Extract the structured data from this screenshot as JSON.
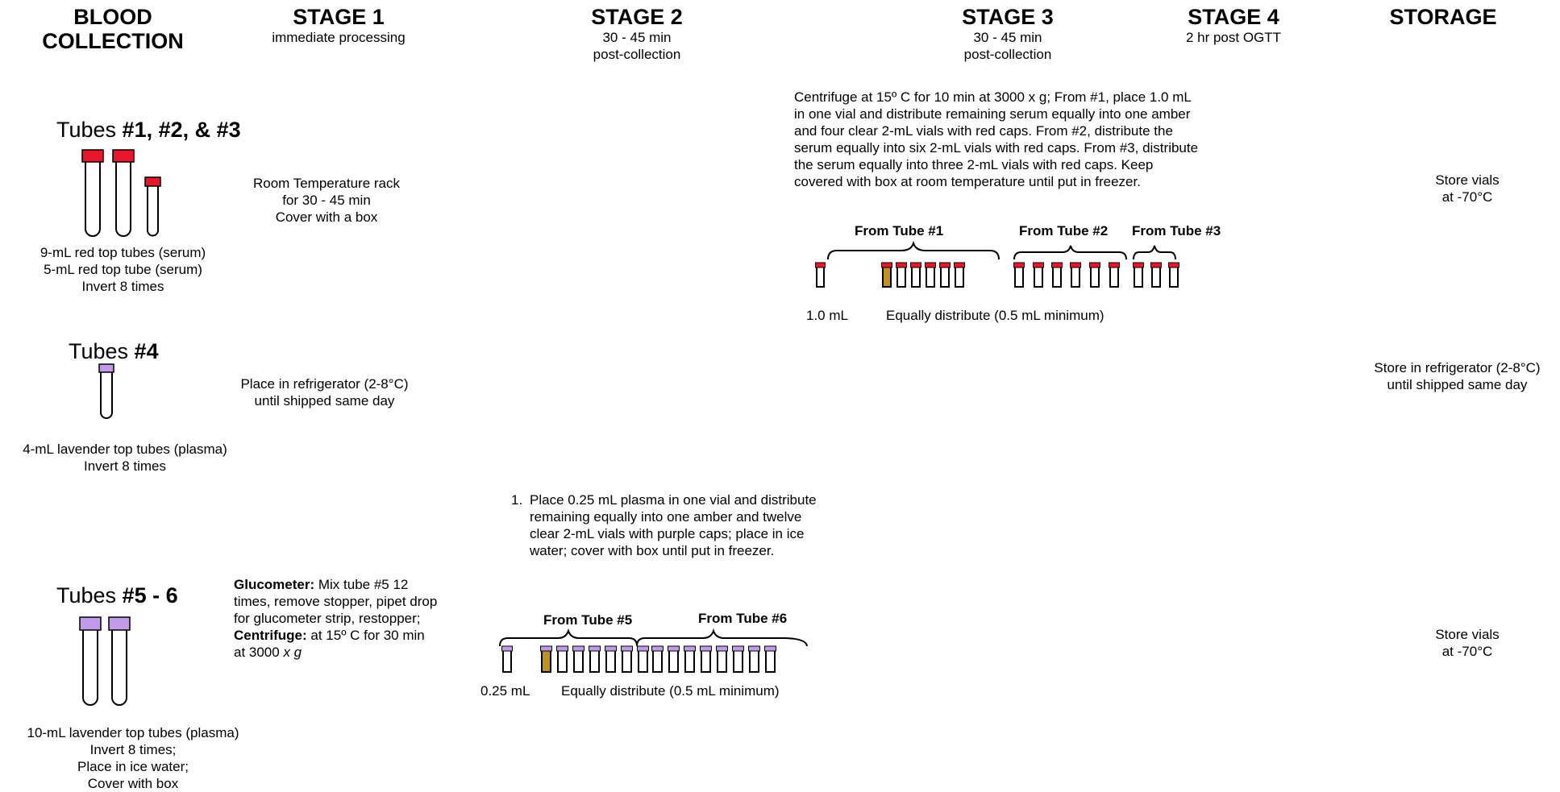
{
  "headers": {
    "blood_collection": {
      "title": "BLOOD\nCOLLECTION",
      "sub": ""
    },
    "stage1": {
      "title": "STAGE 1",
      "sub": "immediate processing"
    },
    "stage2": {
      "title": "STAGE 2",
      "sub": "30 - 45 min\npost-collection"
    },
    "stage3": {
      "title": "STAGE 3",
      "sub": "30 - 45 min\npost-collection"
    },
    "stage4": {
      "title": "STAGE 4",
      "sub": "2 hr post OGTT"
    },
    "storage": {
      "title": "STORAGE",
      "sub": ""
    }
  },
  "row1": {
    "title_prefix": "Tubes ",
    "title_bold": "#1, #2, & #3",
    "caption": "9-mL red top tubes (serum)\n5-mL red top tube (serum)\nInvert 8 times",
    "stage1": "Room Temperature rack\nfor 30 - 45 min\nCover with a box",
    "stage3_text": "Centrifuge at 15º C for 10 min at 3000 x g; From #1, place 1.0 mL in one vial and distribute remaining serum equally into one amber and four clear 2-mL vials with red caps. From #2, distribute the serum equally into six 2-mL vials with red caps.  From #3, distribute the serum equally into three 2-mL vials with red caps. Keep covered with box at room temperature until put in freezer.",
    "from1": "From Tube #1",
    "from2": "From Tube #2",
    "from3": "From Tube #3",
    "vol": "1.0 mL",
    "distribute": "Equally distribute (0.5 mL minimum)",
    "storage": "Store vials\nat -70°C"
  },
  "row2": {
    "title_prefix": "Tubes ",
    "title_bold": "#4",
    "caption": "4-mL lavender top tubes (plasma)\nInvert 8 times",
    "stage1": "Place in refrigerator (2-8°C)\nuntil shipped same day",
    "storage": "Store in refrigerator (2-8°C)\nuntil shipped same day"
  },
  "row3": {
    "title_prefix": "Tubes ",
    "title_bold": "#5 - 6",
    "caption": "10-mL lavender top tubes (plasma)\nInvert 8 times;\nPlace in ice water;\nCover with box",
    "glucometer_label": "Glucometer:",
    "glucometer_text": " Mix tube #5 12 times, remove stopper, pipet drop for glucometer strip, restopper;",
    "centrifuge_label": "Centrifuge:",
    "centrifuge_text": " at 15º C for 30 min at 3000 ",
    "centrifuge_unit": "x g",
    "stage2_num": "1.",
    "stage2_text": "Place 0.25 mL plasma in one vial and distribute remaining equally into one amber and twelve clear  2-mL vials with purple caps; place in ice water; cover with box until put in freezer.",
    "from5": "From Tube #5",
    "from6": "From Tube #6",
    "vol": "0.25 mL",
    "distribute": "Equally distribute (0.5 mL minimum)",
    "storage": "Store vials\nat -70°C"
  },
  "colors": {
    "red_cap": "#e8162b",
    "lavender_cap": "#c19be8",
    "amber": "#c4921c"
  }
}
